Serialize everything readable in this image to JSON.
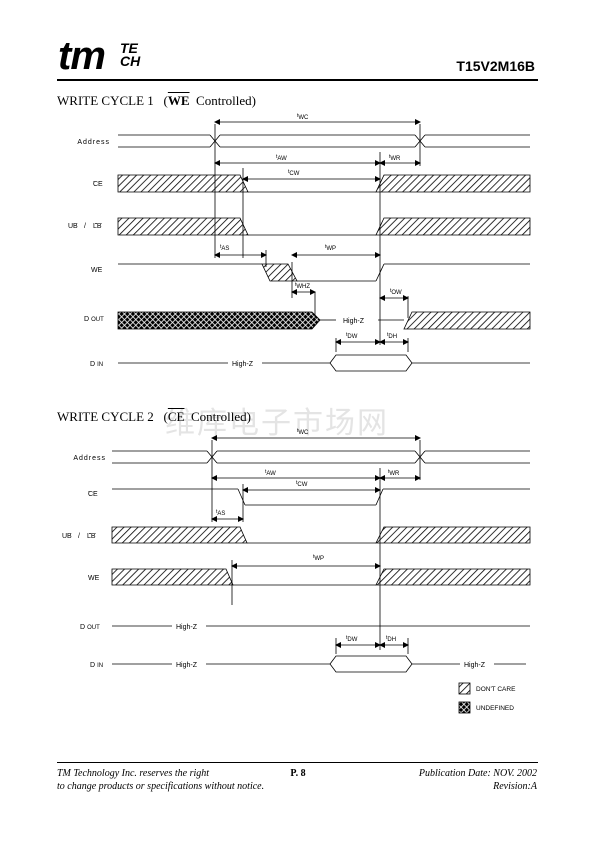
{
  "header": {
    "logo": {
      "main": "tm",
      "sup": "TE",
      "sub": "CH"
    },
    "part_number": "T15V2M16B"
  },
  "watermark": "维库电子市场网",
  "diagram1": {
    "title_prefix": "WRITE CYCLE 1",
    "title_signal": "WE",
    "title_suffix": "Controlled)",
    "signals": {
      "address": "Address",
      "ce": "CE",
      "ub": "UB",
      "slash": "/",
      "lb": "LB",
      "we": "WE",
      "dout_main": "D",
      "dout_sub": "OUT",
      "din_main": "D",
      "din_sub": "IN"
    },
    "timing": {
      "wc": "WC",
      "aw": "AW",
      "wr": "WR",
      "cw": "CW",
      "as": "AS",
      "wp": "WP",
      "whz": "WHZ",
      "ow": "OW",
      "dw": "DW",
      "dh": "DH",
      "t": "t"
    },
    "highz_dout": "High-Z",
    "highz_din": "High-Z"
  },
  "diagram2": {
    "title_prefix": "WRITE CYCLE 2",
    "title_signal": "CE",
    "title_suffix": "Controlled)",
    "signals": {
      "address": "Address",
      "ce": "CE",
      "ub": "UB",
      "slash": "/",
      "lb": "LB",
      "we": "WE",
      "dout_main": "D",
      "dout_sub": "OUT",
      "din_main": "D",
      "din_sub": "IN"
    },
    "timing": {
      "wc": "WC",
      "aw": "AW",
      "wr": "WR",
      "cw": "CW",
      "as": "AS",
      "wp": "WP",
      "dw": "DW",
      "dh": "DH",
      "t": "t"
    },
    "highz_dout": "High-Z",
    "highz_din_left": "High-Z",
    "highz_din_right": "High-Z"
  },
  "legend": {
    "dont_care": "DON'T CARE",
    "undefined": "UNDEFINED"
  },
  "footer": {
    "left_line1": "TM Technology Inc. reserves the right",
    "left_line2": "to change products or specifications without notice.",
    "page": "P. 8",
    "right_line1": "Publication Date: NOV. 2002",
    "right_line2": "Revision:A"
  }
}
